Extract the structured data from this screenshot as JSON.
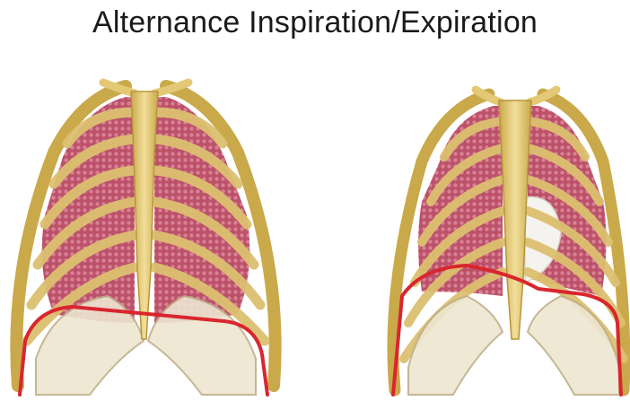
{
  "slide": {
    "title": "Alternance Inspiration/Expiration"
  },
  "illustrations": [
    {
      "name": "inspiration-rib-cage",
      "description_icon": "rib-cage-expanded"
    },
    {
      "name": "expiration-rib-cage",
      "description_icon": "rib-cage-contracted"
    }
  ],
  "colors": {
    "bone": "#e8d48a",
    "bone_dark": "#c9a94a",
    "lung": "#c0506a",
    "lung_light": "#e8a9b5",
    "diaphragm_line": "#d9262e",
    "cartilage": "#ede6d0"
  }
}
